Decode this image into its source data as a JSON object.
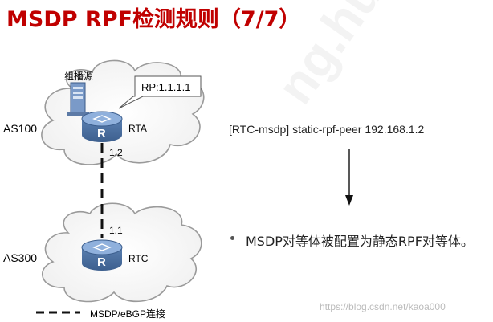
{
  "title": "MSDP RPF检测规则（7/7）",
  "source_label": "组播源",
  "rp_callout": "RP:1.1.1.1",
  "top_cloud": {
    "as": "AS100",
    "router": "RTA",
    "icon_letter": "R"
  },
  "bottom_cloud": {
    "as": "AS300",
    "router": "RTC",
    "icon_letter": "R"
  },
  "link_ips": {
    "top": "1.2",
    "bottom": "1.1"
  },
  "legend": "MSDP/eBGP连接",
  "command": "[RTC-msdp] static-rpf-peer 192.168.1.2",
  "bullet": "MSDP对等体被配置为静态RPF对等体。",
  "watermark": "ng.huawei.com",
  "csdn_watermark": "https://blog.csdn.net/kaoa000",
  "colors": {
    "title": "#c00000",
    "router_fill": "#6b8fbd",
    "cloud_stroke": "#9a9a9a"
  }
}
